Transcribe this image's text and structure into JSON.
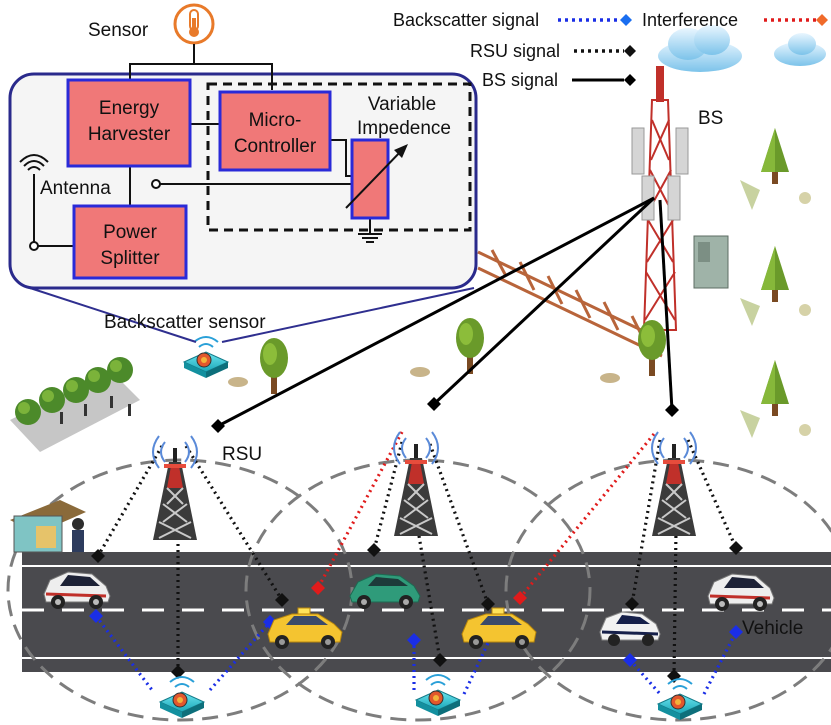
{
  "legend": {
    "backscatter": "Backscatter signal",
    "interference": "Interference",
    "rsu": "RSU signal",
    "bs": "BS signal"
  },
  "labels": {
    "sensor": "Sensor",
    "bs": "BS",
    "rsu": "RSU",
    "vehicle": "Vehicle",
    "backscatter_sensor": "Backscatter sensor"
  },
  "circuit": {
    "energy_harvester": [
      "Energy",
      "Harvester"
    ],
    "micro_controller": [
      "Micro-",
      "Controller"
    ],
    "variable_impedance": [
      "Variable",
      "Impedence"
    ],
    "antenna": "Antenna",
    "power_splitter": [
      "Power",
      "Splitter"
    ]
  },
  "colors": {
    "backscatter": "#1a2ee6",
    "interference": "#e01b1b",
    "rsu": "#111111",
    "bs": "#000000",
    "block_fill": "#f07878",
    "block_border": "#2a2ad8",
    "road": "#4a4a4e",
    "taxi": "#f4c430",
    "tree": "#6a9a2a",
    "tower": "#c0302a"
  }
}
